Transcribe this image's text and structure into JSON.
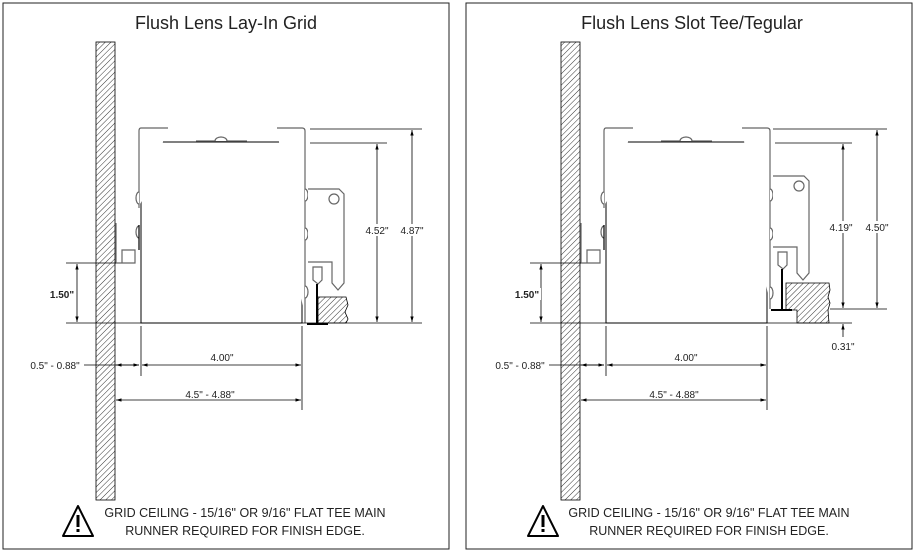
{
  "panels": [
    {
      "title": "Flush Lens Lay-In Grid",
      "dims": {
        "height_inner": "4.52\"",
        "height_outer": "4.87\"",
        "bracket_height": "1.50\"",
        "wall_gap": "0.5\" - 0.88\"",
        "housing_width": "4.00\"",
        "overall_width": "4.5\" - 4.88\""
      },
      "warning": {
        "line1": "GRID CEILING - 15/16\" OR 9/16\" FLAT TEE MAIN",
        "line2": "RUNNER REQUIRED FOR FINISH EDGE."
      }
    },
    {
      "title": "Flush Lens Slot Tee/Tegular",
      "dims": {
        "height_inner": "4.19\"",
        "height_outer": "4.50\"",
        "bracket_height": "1.50\"",
        "wall_gap": "0.5\" - 0.88\"",
        "housing_width": "4.00\"",
        "overall_width": "4.5\" - 4.88\"",
        "reveal": "0.31\""
      },
      "warning": {
        "line1": "GRID CEILING - 15/16\" OR 9/16\" FLAT TEE MAIN",
        "line2": "RUNNER REQUIRED FOR FINISH EDGE."
      }
    }
  ],
  "icons": {
    "warning": "warning-triangle-icon"
  }
}
